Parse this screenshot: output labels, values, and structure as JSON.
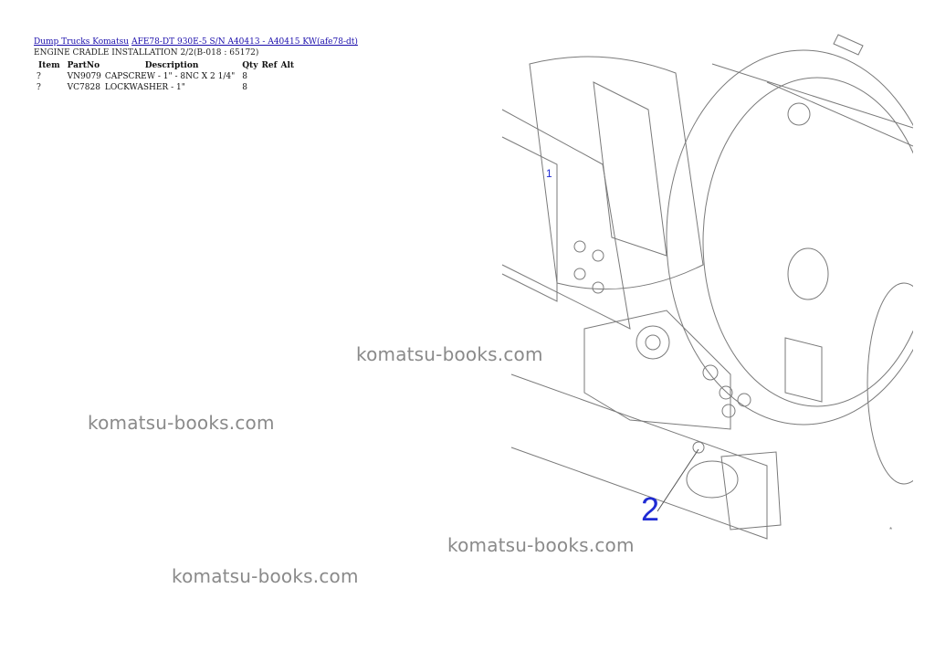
{
  "breadcrumb": {
    "link1": "Dump Trucks Komatsu",
    "link2": "AFE78-DT 930E-5 S/N A40413 - A40415 KW(afe78-dt)"
  },
  "subtitle": "ENGINE CRADLE INSTALLATION 2/2(B-018 : 65172)",
  "table": {
    "headers": [
      "Item",
      "PartNo",
      "Description",
      "Qty",
      "Ref",
      "Alt"
    ],
    "rows": [
      {
        "item": "?",
        "partno": "VN9079",
        "description": "CAPSCREW - 1\" - 8NC X 2 1/4\"",
        "qty": "8",
        "ref": "",
        "alt": ""
      },
      {
        "item": "?",
        "partno": "VC7828",
        "description": "LOCKWASHER - 1\"",
        "qty": "8",
        "ref": "",
        "alt": ""
      }
    ]
  },
  "diagram": {
    "callout_1": "1",
    "callout_2": "2",
    "footnote_mark": "*",
    "line_color": "#7a7a7a",
    "callout_color": "#1f2bd4"
  },
  "watermarks": [
    "komatsu-books.com",
    "komatsu-books.com",
    "komatsu-books.com",
    "komatsu-books.com"
  ]
}
